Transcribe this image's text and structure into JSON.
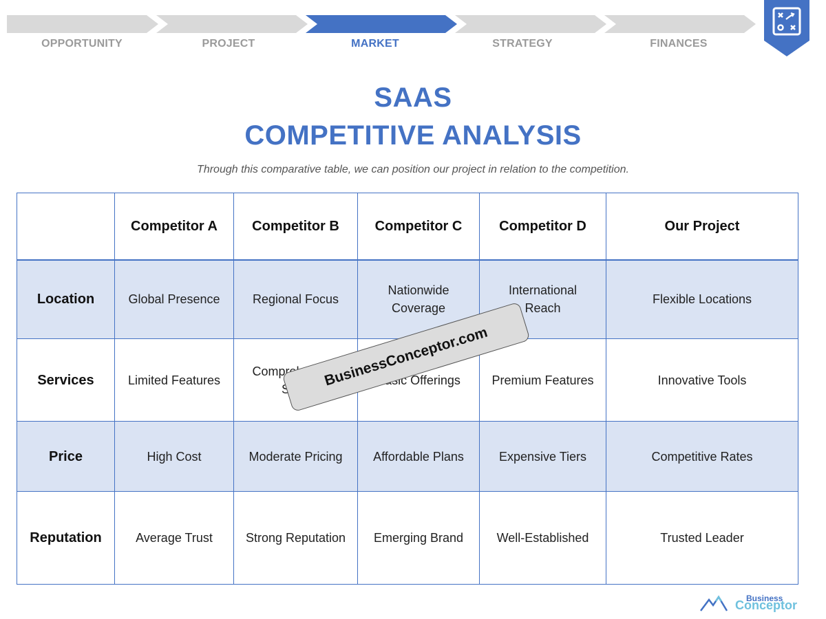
{
  "nav": {
    "steps": [
      {
        "label": "OPPORTUNITY",
        "active": false
      },
      {
        "label": "PROJECT",
        "active": false
      },
      {
        "label": "MARKET",
        "active": true
      },
      {
        "label": "STRATEGY",
        "active": false
      },
      {
        "label": "FINANCES",
        "active": false
      }
    ],
    "active_color": "#4472c4",
    "inactive_color": "#d9d9d9",
    "badge_icon": "strategy-board-icon"
  },
  "title": {
    "line1": "SAAS",
    "line2": "COMPETITIVE ANALYSIS",
    "subtitle": "Through this comparative table, we can position our project in relation to the competition."
  },
  "table": {
    "columns": [
      "",
      "Competitor A",
      "Competitor B",
      "Competitor C",
      "Competitor D",
      "Our Project"
    ],
    "rows": [
      {
        "label": "Location",
        "cells": [
          "Global Presence",
          "Regional Focus",
          "Nationwide Coverage",
          "International Reach",
          "Flexible Locations"
        ]
      },
      {
        "label": "Services",
        "cells": [
          "Limited Features",
          "Comprehensive Suite",
          "Basic Offerings",
          "Premium Features",
          "Innovative Tools"
        ]
      },
      {
        "label": "Price",
        "cells": [
          "High Cost",
          "Moderate Pricing",
          "Affordable Plans",
          "Expensive Tiers",
          "Competitive Rates"
        ]
      },
      {
        "label": "Reputation",
        "cells": [
          "Average Trust",
          "Strong Reputation",
          "Emerging Brand",
          "Well-Established",
          "Trusted Leader"
        ]
      }
    ],
    "shade_color": "#dae3f3",
    "border_color": "#4472c4"
  },
  "watermark": {
    "text": "BusinessConceptor.com"
  },
  "logo": {
    "line1": "Business",
    "line2": "Conceptor",
    "icon": "mountain-logo-icon"
  }
}
